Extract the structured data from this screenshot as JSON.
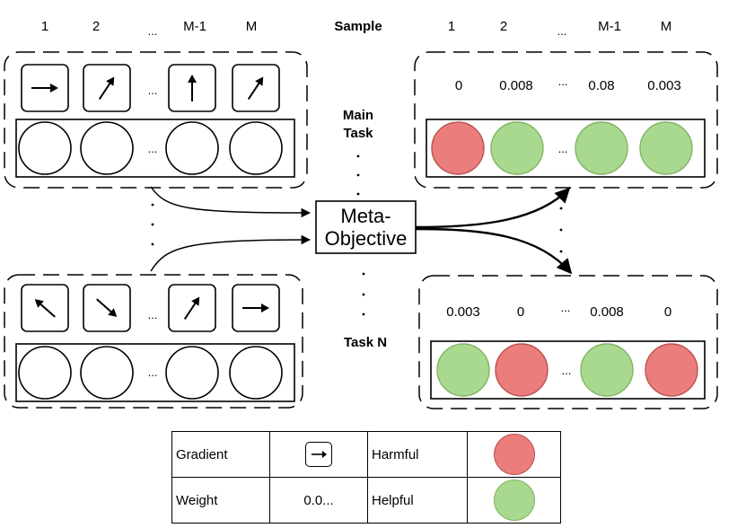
{
  "header": {
    "left_indices": [
      "1",
      "2",
      "...",
      "M-1",
      "M"
    ],
    "sample": "Sample",
    "right_indices": [
      "1",
      "2",
      "...",
      "M-1",
      "M"
    ]
  },
  "tasks": {
    "main_label": "Main Task",
    "n_label": "Task N",
    "main_gradients": [
      "right",
      "up-right",
      "up",
      "up-right"
    ],
    "n_gradients": [
      "up-left",
      "down-right",
      "up-right",
      "right"
    ],
    "main_weights": [
      "0",
      "0.008",
      "...",
      "0.08",
      "0.003"
    ],
    "n_weights": [
      "0.003",
      "0",
      "...",
      "0.008",
      "0"
    ],
    "main_samples": [
      "harmful",
      "helpful",
      "helpful",
      "helpful"
    ],
    "n_samples": [
      "helpful",
      "harmful",
      "helpful",
      "harmful"
    ],
    "ellipsis": "..."
  },
  "meta_objective": {
    "line1": "Meta-",
    "line2": "Objective"
  },
  "legend": {
    "gradient": "Gradient",
    "weight": "Weight",
    "weight_example": "0.0...",
    "harmful": "Harmful",
    "helpful": "Helpful"
  },
  "colors": {
    "harmful_fill": "#eb7d7d",
    "harmful_stroke": "#b85450",
    "helpful_fill": "#a9d98f",
    "helpful_stroke": "#82b366"
  }
}
